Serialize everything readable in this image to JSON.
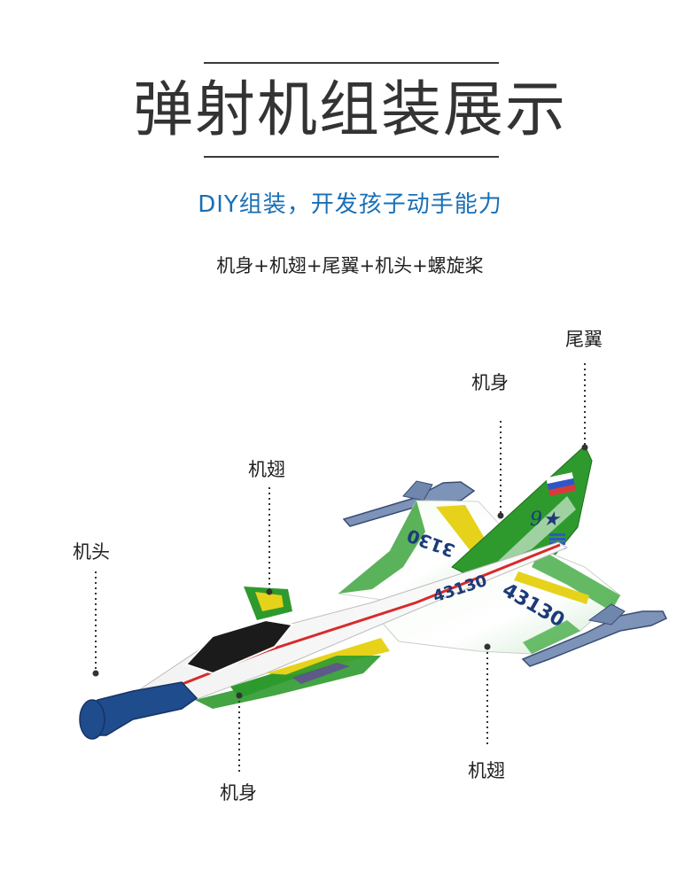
{
  "header": {
    "title": "弹射机组装展示",
    "subtitle": "DIY组装，开发孩子动手能力",
    "parts_formula": "机身+机翅+尾翼+机头+螺旋桨"
  },
  "product": {
    "plane_number": "43130",
    "plane_number_alt": "3130"
  },
  "callouts": {
    "tail": "尾翼",
    "body_top": "机身",
    "wing_left": "机翅",
    "head": "机头",
    "wing_bottom": "机翅",
    "body_bottom": "机身"
  },
  "colors": {
    "title_text": "#333333",
    "subtitle_text": "#1a6fb5",
    "plane_green": "#2e9a2e",
    "plane_yellow": "#e6d21a",
    "plane_navy": "#1c3b78",
    "missile_blue": "#6f86ad",
    "nose_blue": "#1f4c8c"
  }
}
